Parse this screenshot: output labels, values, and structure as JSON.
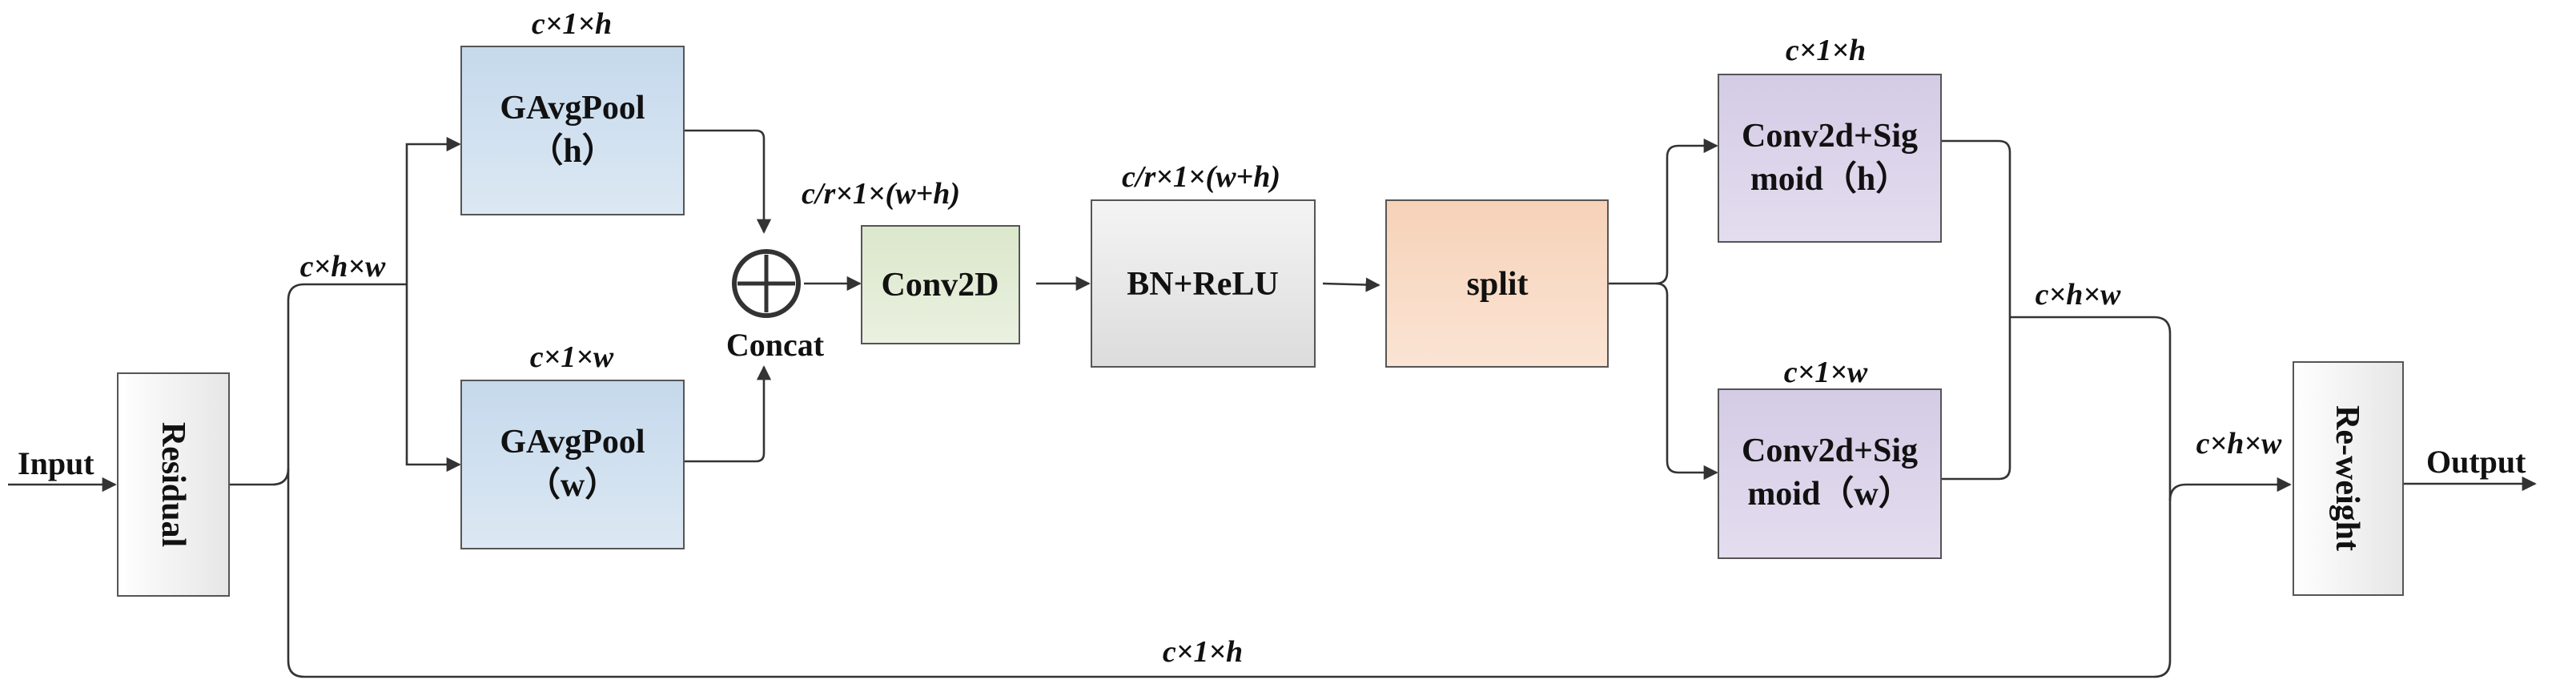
{
  "labels": {
    "input": "Input",
    "output": "Output",
    "concat": "Concat"
  },
  "blocks": {
    "residual": "Residual",
    "gavgpool_h_line1": "GAvgPool",
    "gavgpool_h_line2": "（h）",
    "gavgpool_w_line1": "GAvgPool",
    "gavgpool_w_line2": "（w）",
    "conv2d": "Conv2D",
    "bn_relu": "BN+ReLU",
    "split": "split",
    "conv_sig_h_line1": "Conv2d+Sig",
    "conv_sig_h_line2": "moid（h）",
    "conv_sig_w_line1": "Conv2d+Sig",
    "conv_sig_w_line2": "moid（w）",
    "reweight": "Re-weight"
  },
  "dims": {
    "pool_h": "c×1×h",
    "pool_w": "c×1×w",
    "residual_out": "c×h×w",
    "concat_out": "c/r×1×(w+h)",
    "conv_out": "c/r×1×(w+h)",
    "sig_h": "c×1×h",
    "sig_w": "c×1×w",
    "merge": "c×h×w",
    "reweight_in": "c×h×w",
    "bottom_path": "c×1×h"
  },
  "colors": {
    "gavgpool_fill": "#cfe0ee",
    "conv2d_fill": "#e3ecd6",
    "bn_relu_fill": "#e8e8e8",
    "split_fill": "#f9ddc8",
    "conv_sig_fill": "#ddd6ea",
    "residual_fill": "#f0f0f0"
  }
}
